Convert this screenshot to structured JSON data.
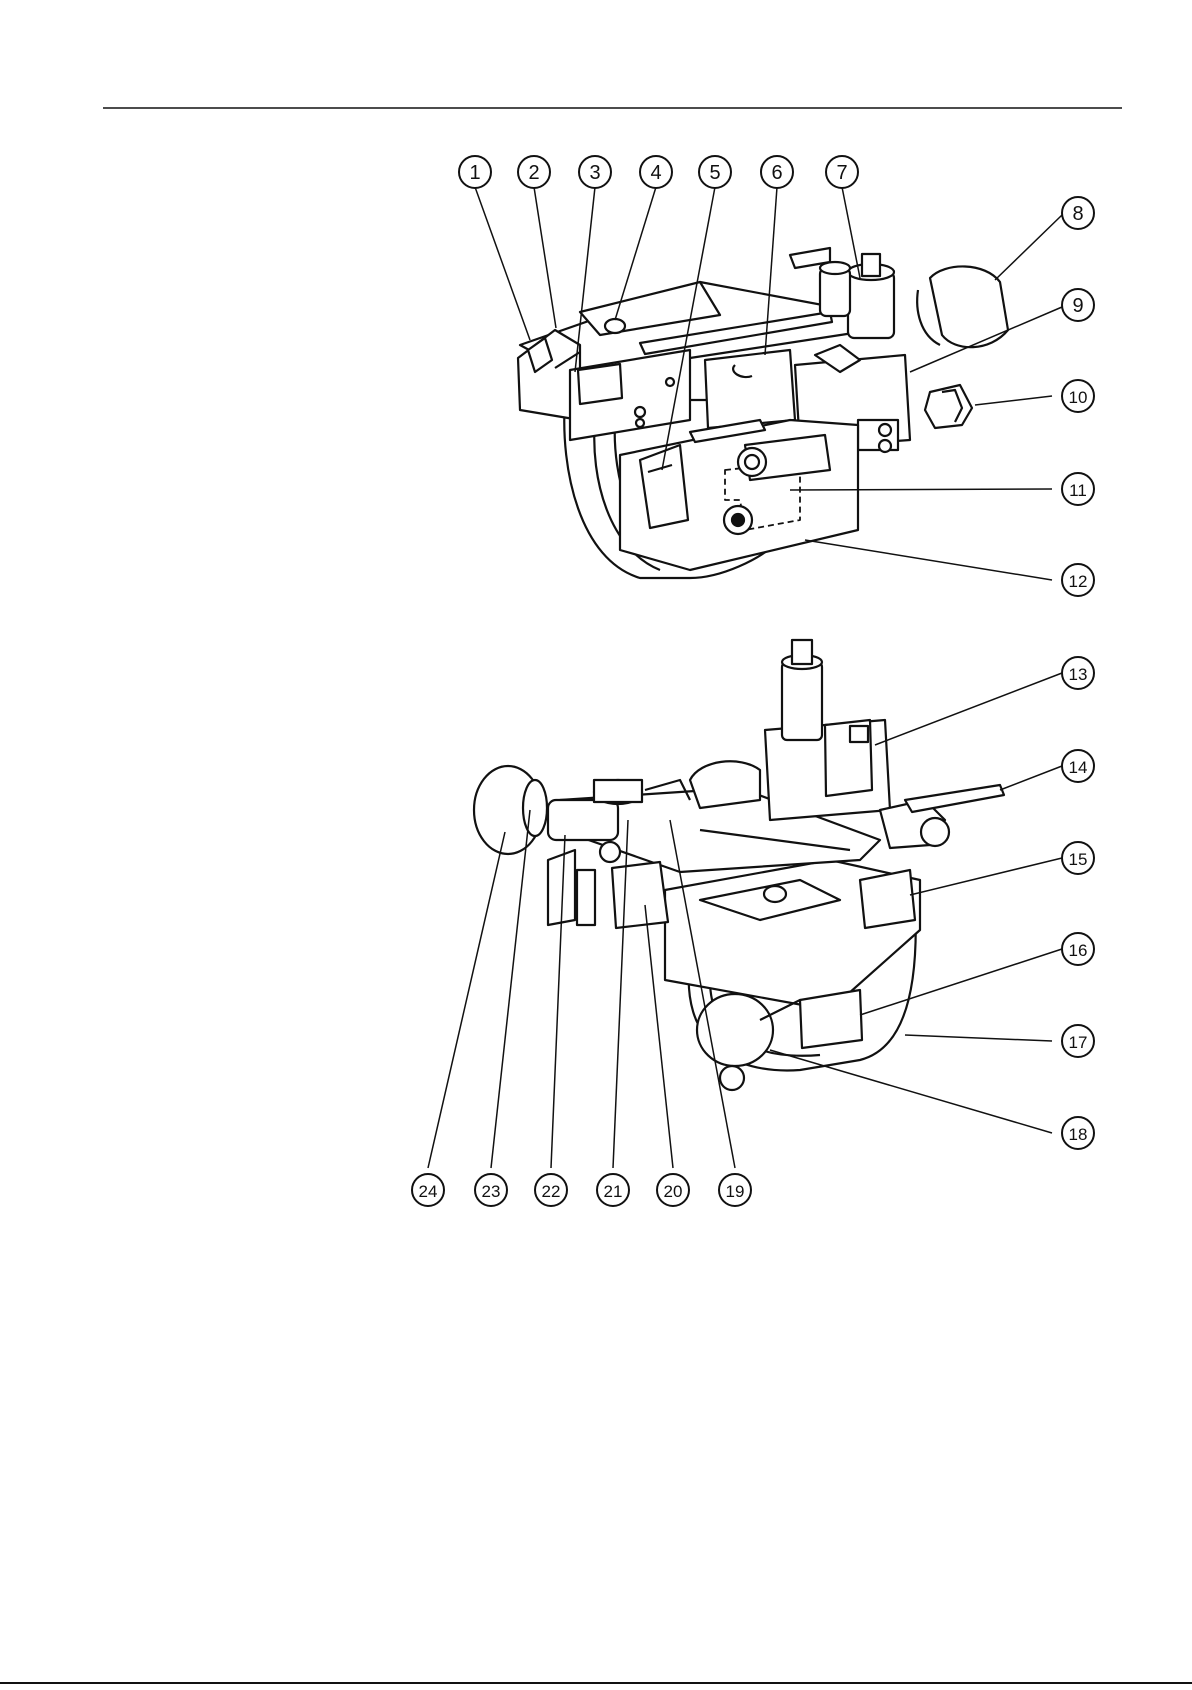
{
  "diagram": {
    "callouts": [
      {
        "label": "1"
      },
      {
        "label": "2"
      },
      {
        "label": "3"
      },
      {
        "label": "4"
      },
      {
        "label": "5"
      },
      {
        "label": "6"
      },
      {
        "label": "7"
      },
      {
        "label": "8"
      },
      {
        "label": "9"
      },
      {
        "label": "10"
      },
      {
        "label": "11"
      },
      {
        "label": "12"
      },
      {
        "label": "13"
      },
      {
        "label": "14"
      },
      {
        "label": "15"
      },
      {
        "label": "16"
      },
      {
        "label": "17"
      },
      {
        "label": "18"
      },
      {
        "label": "19"
      },
      {
        "label": "20"
      },
      {
        "label": "21"
      },
      {
        "label": "22"
      },
      {
        "label": "23"
      },
      {
        "label": "24"
      }
    ]
  },
  "colors": {
    "line": "#111111",
    "fill": "#ffffff",
    "shade": "#dddddd"
  }
}
